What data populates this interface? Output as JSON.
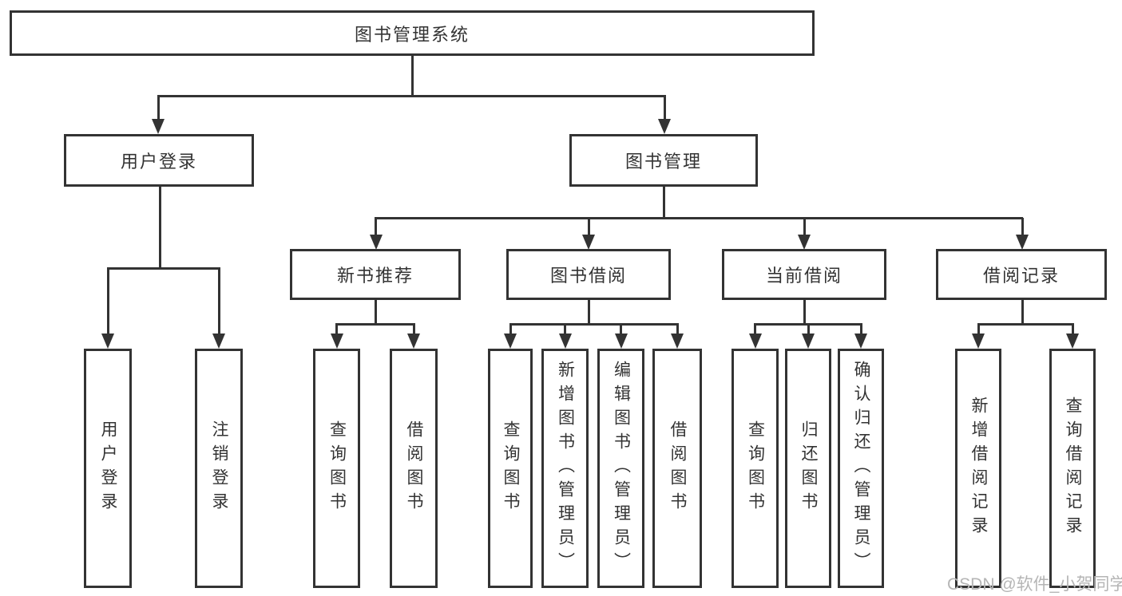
{
  "diagram": {
    "type": "hierarchy-tree",
    "title": "图书管理系统",
    "colors": {
      "line": "#333333",
      "text": "#333333",
      "box_background": "#ffffff",
      "watermark": "#b5b5b5"
    },
    "branches": {
      "user_login": {
        "label": "用户登录",
        "children": [
          "用户登录",
          "注销登录"
        ]
      },
      "book_management": {
        "label": "图书管理",
        "children": {
          "new_book_recommend": {
            "label": "新书推荐",
            "children": [
              "查询图书",
              "借阅图书"
            ]
          },
          "book_borrowing": {
            "label": "图书借阅",
            "children": [
              "查询图书",
              "新增图书（管理员）",
              "编辑图书（管理员）",
              "借阅图书"
            ]
          },
          "current_borrowing": {
            "label": "当前借阅",
            "children": [
              "查询图书",
              "归还图书",
              "确认归还（管理员）"
            ]
          },
          "borrowing_records": {
            "label": "借阅记录",
            "children": [
              "新增借阅记录",
              "查询借阅记录"
            ]
          }
        }
      }
    }
  },
  "watermark": {
    "text": "CSDN @软件_小贺同学"
  }
}
